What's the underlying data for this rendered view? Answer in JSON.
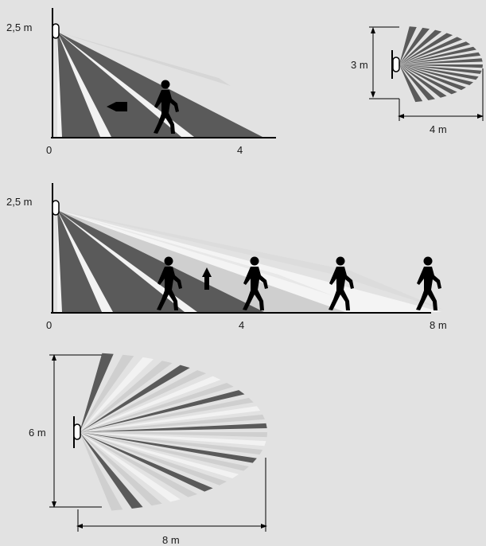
{
  "colors": {
    "background": "#e2e2e2",
    "zone_dark": "#5a5a5a",
    "zone_light": "#f2f2f2",
    "zone_mid": "#cfcfcf",
    "ink": "#000000",
    "far_zone_light": "#f4f4f4"
  },
  "diagram_top_side": {
    "height_label": "2,5 m",
    "x_origin_label": "0",
    "x_tick_label": "4",
    "direction_arrow": "arrow-left-icon"
  },
  "diagram_top_plan": {
    "width_label": "3 m",
    "depth_label": "4 m"
  },
  "diagram_middle_side": {
    "height_label": "2,5 m",
    "x_origin_label": "0",
    "x_tick_label": "4",
    "x_end_label": "8 m",
    "direction_arrow": "arrow-up-icon"
  },
  "diagram_bottom_plan": {
    "width_label": "6 m",
    "depth_label": "8 m"
  }
}
